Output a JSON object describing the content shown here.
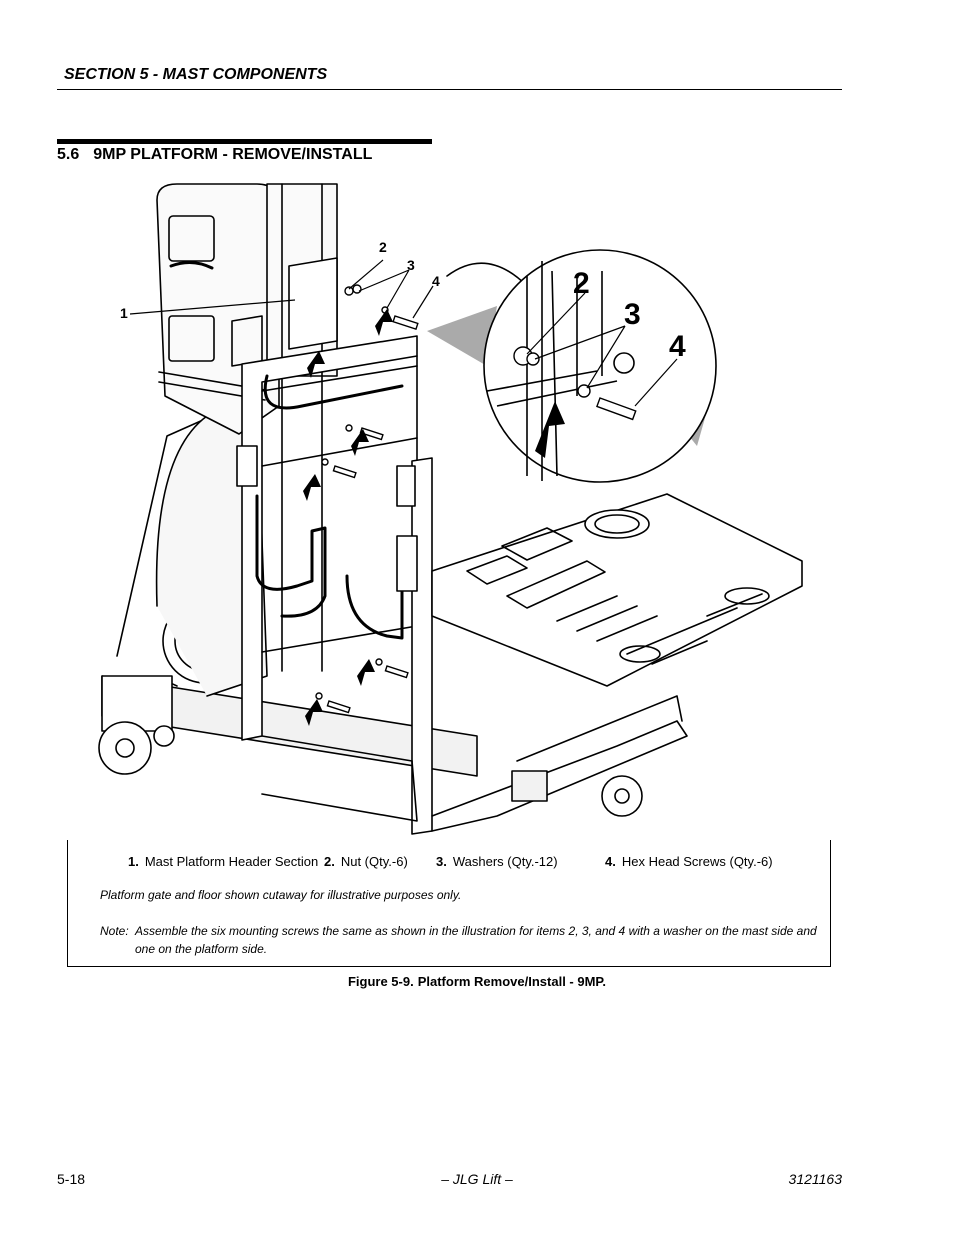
{
  "header": {
    "section": "SECTION 5 - MAST COMPONENTS"
  },
  "section": {
    "number": "5.6",
    "title": "9MP PLATFORM - REMOVE/INSTALL"
  },
  "illustration": {
    "callouts": [
      "1",
      "2",
      "3",
      "4"
    ],
    "detail_callouts": [
      "2",
      "3",
      "4"
    ]
  },
  "legend": {
    "items": [
      {
        "num": "1.",
        "label": "Mast Platform Header Section"
      },
      {
        "num": "2.",
        "label": "Nut (Qty.-6)"
      },
      {
        "num": "3.",
        "label": "Washers (Qty.-12)"
      },
      {
        "num": "4.",
        "label": "Hex Head Screws (Qty.-6)"
      }
    ],
    "cutaway_note": "Platform gate and floor shown cutaway for illustrative purposes only.",
    "note_label": "Note:",
    "note_text": "Assemble the six mounting screws the same as shown in the illustration for items 2, 3, and 4 with a washer on the mast side and one on the platform side."
  },
  "figure": {
    "label": "Figure 5-9.",
    "title": "Platform Remove/Install - 9MP."
  },
  "footer": {
    "page": "5-18",
    "brand": "– JLG Lift –",
    "doc_number": "3121163"
  }
}
